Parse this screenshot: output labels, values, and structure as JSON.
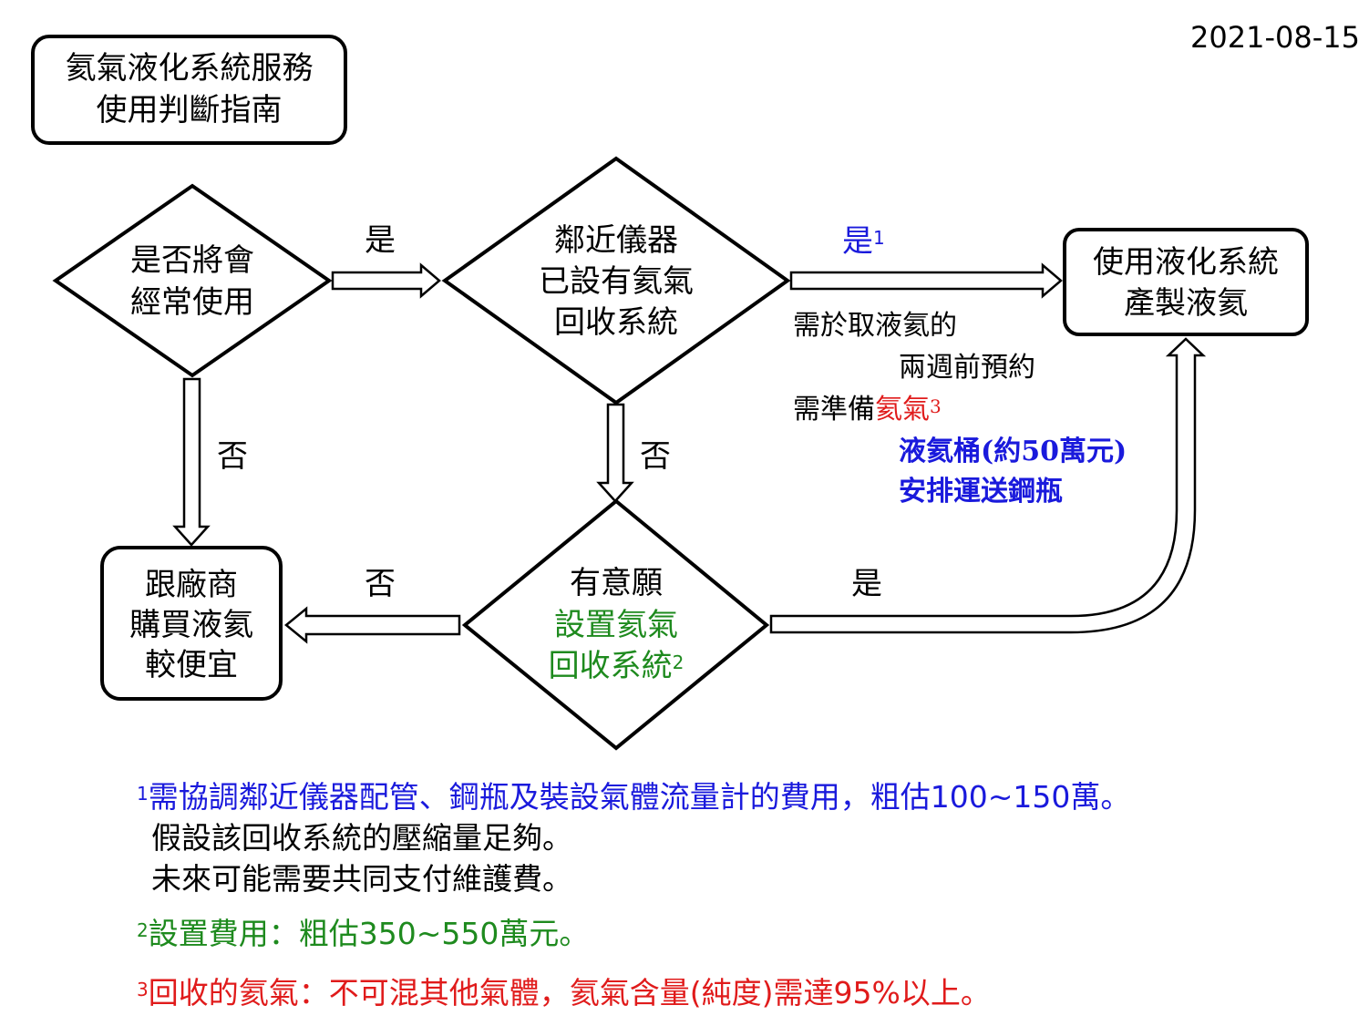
{
  "date": "2021-08-15",
  "title": {
    "line1": "氦氣液化系統服務",
    "line2": "使用判斷指南"
  },
  "nodes": {
    "frequent_use": {
      "line1": "是否將會",
      "line2": "經常使用"
    },
    "neighbor_recovery": {
      "line1": "鄰近儀器",
      "line2": "已設有氦氣",
      "line3": "回收系統"
    },
    "willing_install": {
      "line1": "有意願",
      "line2": "設置氦氣",
      "line3": "回收系統",
      "sup": "2"
    },
    "use_liquefaction": {
      "line1": "使用液化系統",
      "line2": "產製液氦"
    },
    "buy_from_vendor": {
      "line1": "跟廠商",
      "line2": "購買液氦",
      "line3": "較便宜"
    }
  },
  "edges": {
    "frequent_yes": "是",
    "frequent_no": "否",
    "neighbor_yes": "是",
    "neighbor_yes_sup": "1",
    "neighbor_no": "否",
    "willing_no": "否",
    "willing_yes": "是"
  },
  "requirements": {
    "line1": "需於取液氦的",
    "line2": "兩週前預約",
    "prepare_label": "需準備",
    "prepare_item1": "氦氣",
    "prepare_item1_sup": "3",
    "prepare_item2": "液氦桶(約50萬元)",
    "prepare_item3": "安排運送鋼瓶"
  },
  "footnotes": {
    "note1_mark": "1",
    "note1_line1": "需協調鄰近儀器配管、鋼瓶及裝設氣體流量計的費用，粗估100~150萬。",
    "note1_line2": "假設該回收系統的壓縮量足夠。",
    "note1_line3": "未來可能需要共同支付維護費。",
    "note2_mark": "2",
    "note2": "設置費用：粗估350~550萬元。",
    "note3_mark": "3",
    "note3": "回收的氦氣：不可混其他氣體，氦氣含量(純度)需達95%以上。"
  },
  "colors": {
    "blue": "#1a1adc",
    "green": "#1e8a1e",
    "red": "#e01b1b",
    "black": "#000000"
  }
}
